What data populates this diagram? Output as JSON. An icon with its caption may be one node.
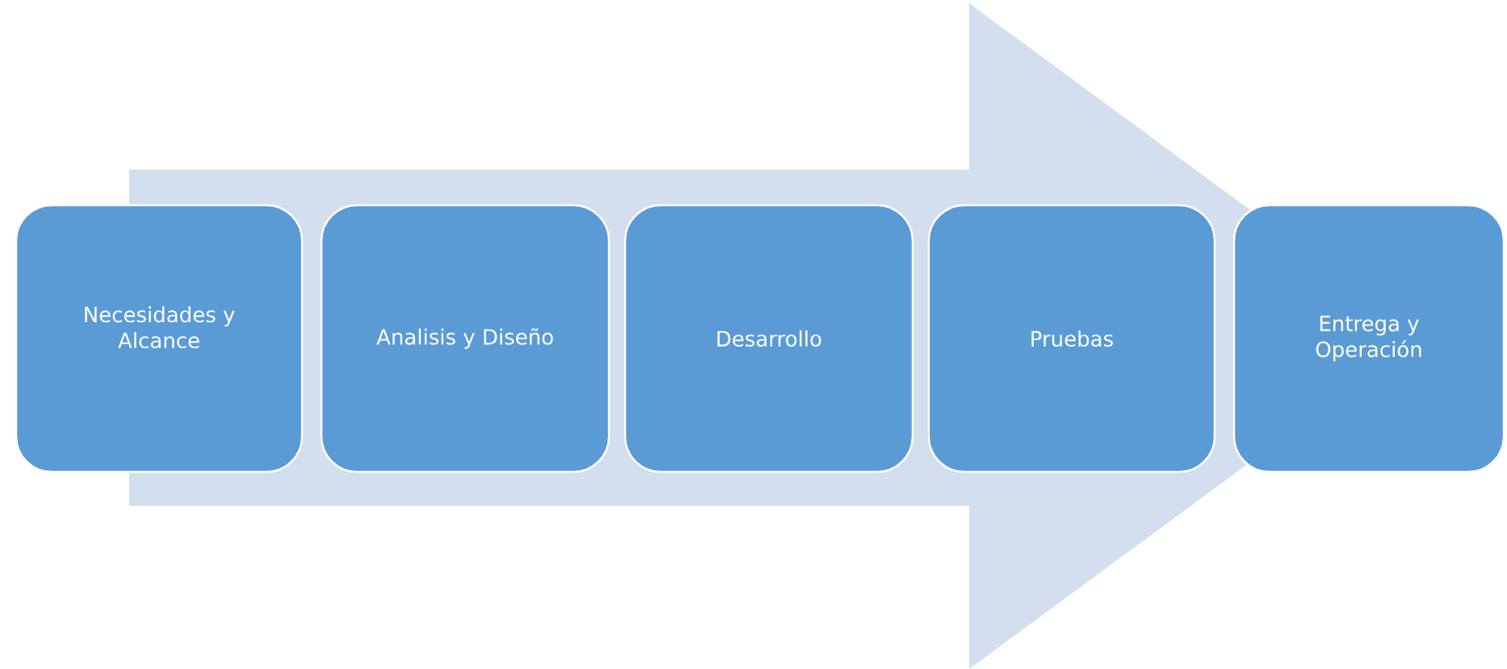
{
  "diagram": {
    "nodes": [
      {
        "text": [
          "Necesidades y Alcance"
        ]
      },
      {
        "text": [
          "Analisis y Diseño"
        ]
      },
      {
        "text": [
          "Desarrollo"
        ]
      },
      {
        "text": [
          "Pruebas"
        ]
      },
      {
        "text": [
          "Entrega y Operación"
        ]
      }
    ],
    "edges": [
      {
        "from": 0,
        "to": 4,
        "arrow": "to"
      }
    ]
  }
}
